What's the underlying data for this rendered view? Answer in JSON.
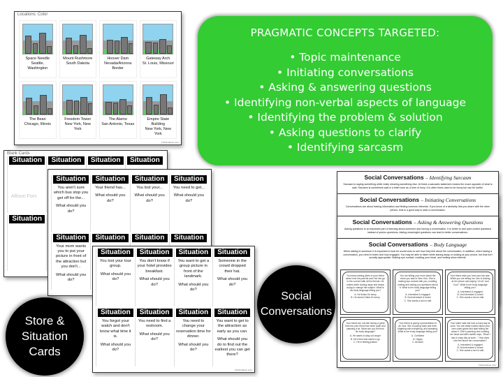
{
  "watermark": "Allison Fors",
  "copyright": "©2016 Allison Fors",
  "locations_sheet": {
    "label": "Locations: Color",
    "cards": [
      {
        "name": "Space Needle",
        "place": "Seattle, Washington",
        "icon": "space-needle-image"
      },
      {
        "name": "Mount Rushmore",
        "place": "South Dakota",
        "icon": "mount-rushmore-image"
      },
      {
        "name": "Hoover Dam",
        "place": "Nevada/Arizona Border",
        "icon": "hoover-dam-image"
      },
      {
        "name": "Gateway Arch",
        "place": "St. Louis, Missouri",
        "icon": "gateway-arch-image"
      },
      {
        "name": "The Bean",
        "place": "Chicago, Illinois",
        "icon": "the-bean-image"
      },
      {
        "name": "Freedom Tower",
        "place": "New York, New York",
        "icon": "freedom-tower-image"
      },
      {
        "name": "The Alamo",
        "place": "San Antonio, Texas",
        "icon": "alamo-image"
      },
      {
        "name": "Empire State Building",
        "place": "New York, New York",
        "icon": "empire-state-image"
      }
    ]
  },
  "store_circle": {
    "line1": "Store &",
    "line2": "Situation",
    "line3": "Cards"
  },
  "concepts": {
    "color": "#33cc33",
    "title": "PRAGMATIC CONCEPTS TARGETED:",
    "items": [
      "• Topic maintenance",
      "• Initiating conversations",
      "• Asking & answering questions",
      "• Identifying non-verbal aspects of language",
      "• Identifying the problem & solution",
      "• Asking questions to clarify",
      "• Identifying sarcasm"
    ]
  },
  "situation_sheets": {
    "header": "Situation",
    "question": "What should you do?",
    "blank_label": "Blank Cards",
    "middle_cards": [
      "You aren't sure which bus stop you get off for the...",
      "Your friend has...",
      "You lost your...",
      "You need to get...",
      "Your mom wants you to put your picture in front of the attraction but you don't...",
      "",
      "",
      ""
    ],
    "front_cards": [
      {
        "text": "You lost your tour group.",
        "q": "What should you do?"
      },
      {
        "text": "You don't know if your hotel provides breakfast.",
        "q": "What should you do?"
      },
      {
        "text": "You want to get a group picture in front of the landmark.",
        "q": "What should you do?"
      },
      {
        "text": "Someone in the crowd dropped their hat.",
        "q": "What should you do?"
      },
      {
        "text": "You forgot your watch and don't know what time it is.",
        "q": "What should you do?"
      },
      {
        "text": "You need to find a restroom.",
        "q": "What should you do?"
      },
      {
        "text": "You need to change your reservation time for dinner.",
        "q": "What should you do?"
      },
      {
        "text": "You want to get to the attraction as early as you can.",
        "q": "What should you do to find out the earliest you can get there?"
      }
    ]
  },
  "social_circle": {
    "line1": "Social",
    "line2": "Conversations"
  },
  "social_sheets": [
    {
      "title": "Social Conversations",
      "subtitle": "– Identifying Sarcasm",
      "para": "Sarcasm is saying something while really meaning something else. At times a sarcastic statement means the exact opposite of what is said. Sarcasm is sometimes said in a bitter tone as a form of irony. It is often times used to be funny but can be hurtful."
    },
    {
      "title": "Social Conversations",
      "subtitle": "– Initiating Conversations",
      "para": "Conversations are about trading information and finding common interests. If you know of a similarity that you share with the other person, that is a good way to start a conversation."
    },
    {
      "title": "Social Conversations",
      "subtitle": "– Asking & Answering Questions",
      "para": "Asking questions is an important part of learning about someone and having a conversation. It is better to ask open-ended questions instead of yes/no questions. Asking meaningful questions can lead to better conversations."
    },
    {
      "title": "Social Conversations",
      "subtitle": "– Body Language",
      "para": "When talking to someone it is important to look for social cues to see how they feel about the conversation. In addition, when having a conversation, you need to listen and look engaged. You may be able to listen while staring away or looking at your phone, but that isn't socially appropriate. Making eye contact, nodding your head, and smiling show interest."
    }
  ],
  "body_language_cards": [
    {
      "text": "You keep making jokes to your friend about how his parents won't let him go to the concert with all his friends. He smiles while looking away and keeps trying to change the subject. What is his body language telling you?",
      "options": [
        "A. He thinks it's funny",
        "B. He doesn't think it's funny",
        ""
      ]
    },
    {
      "text": "You are telling your mom about the show you saw in New York. She is making eye contact with you, nodding, smiling and asking you questions about it. What is her body language telling you?",
      "options": [
        "A. Interested & engaged",
        "B. Not interested & bored",
        "C. She wants a turn to talk"
      ]
    },
    {
      "text": "Your friend asks you how your trip was. While you are telling her, she is looking at her phone and saying \"oh ok\" and \"cool\". What is her body language telling you?",
      "options": [
        "A. Interested & engaged",
        "B. Not interested & bored",
        "C. She wants a turn to talk"
      ]
    },
    {
      "text": "Your friend are out late having a great time but your friend has been quiet and yawning a lot. What can you tell from his body language?",
      "options": [
        "A. He wants to stay out longer",
        "B. He's tired and wants to go",
        "C. He is feeling jealous"
      ]
    },
    {
      "text": "Your friend is giving a presentation in an hour. She is pacing back and forth, fidgeting with everything, and sweating. What is her body language telling you?",
      "options": [
        "A. Confident",
        "B. Happy",
        "C. Anxious"
      ]
    },
    {
      "text": "Your sister said she had a crazy day at work. You are really excited about your new video game and start telling her about it. She is yawning and nodding her head and after awhile says, \"Wow! I had a crazy day at work...\" How does she feel about the conversation?",
      "options": [
        "A. Interested & engaged",
        "B. Not interested & bored",
        "C. She wants a turn to talk"
      ]
    }
  ]
}
